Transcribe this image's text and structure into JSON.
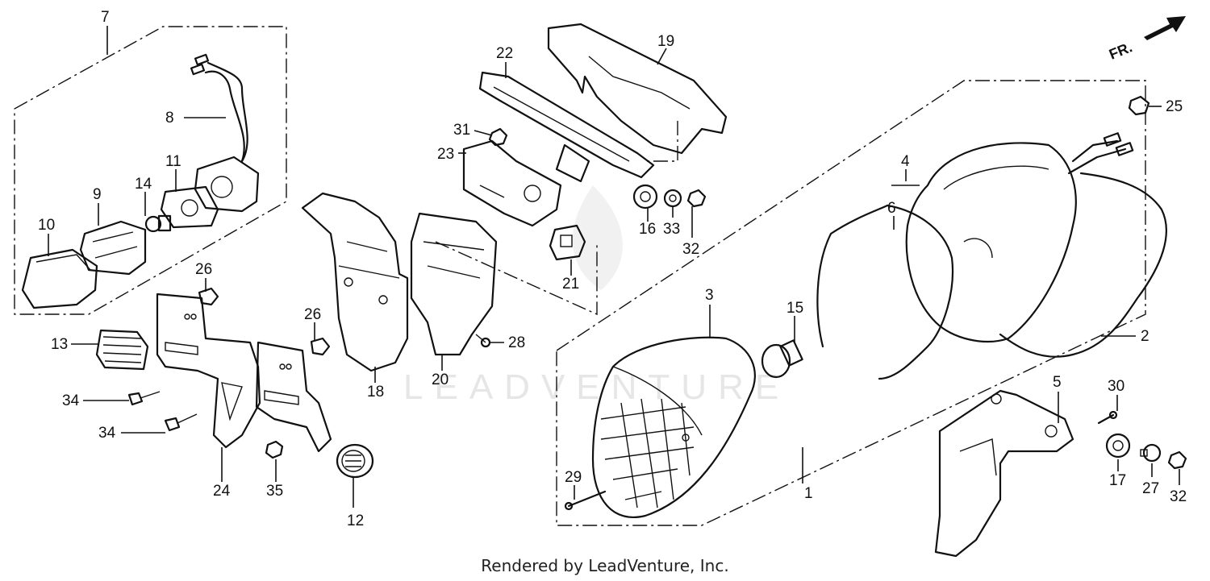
{
  "diagram": {
    "orientation_marker": "FR.",
    "watermark": "LEADVENTURE",
    "footer": "Rendered by LeadVenture, Inc.",
    "callouts": [
      "1",
      "2",
      "3",
      "4",
      "5",
      "6",
      "7",
      "8",
      "9",
      "10",
      "11",
      "12",
      "13",
      "14",
      "15",
      "16",
      "17",
      "18",
      "19",
      "20",
      "21",
      "22",
      "23",
      "24",
      "25",
      "26",
      "26",
      "27",
      "28",
      "29",
      "30",
      "31",
      "32",
      "32",
      "33",
      "34",
      "34",
      "35"
    ]
  }
}
